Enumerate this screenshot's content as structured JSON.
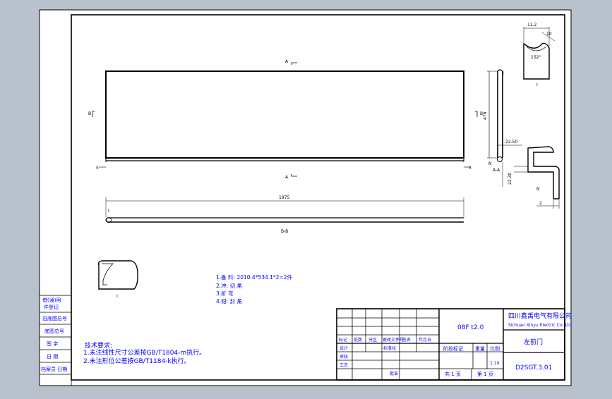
{
  "side_stamp": {
    "rows": [
      "借(通)用",
      "件登记",
      "旧底图总号",
      "底图总号",
      "签 字",
      "日 期",
      "档案员 日期"
    ]
  },
  "main_view": {
    "section_label_top": "A",
    "section_label_bottom": "A",
    "left_label": "B",
    "right_label": "B",
    "left_small": "5",
    "right_small": "5"
  },
  "side_view": {
    "dim_height": "478",
    "dim_depth": "22.50",
    "label_n": "N",
    "section_label": "A-A"
  },
  "detail_top": {
    "dim_width": "11.2",
    "dim_angle_small": "10",
    "dim_angle": "152°",
    "label": "I"
  },
  "detail_right": {
    "dim_height": "22.30",
    "label": "N",
    "dim_bottom": "2"
  },
  "long_view": {
    "dim_length": "1975",
    "end_label": "I",
    "section_name": "B-B"
  },
  "detail_small": {
    "label": "I"
  },
  "notes": [
    "1.备 料: 2010.4*534.1*2=2件",
    "2.冲: 切 角",
    "3.折 弯",
    "4.钳: 封 角"
  ],
  "tech_requirements": {
    "title": "技术要求:",
    "lines": [
      "1.未注线性尺寸公差按GB/T1804-m执行。",
      "2.未注形位公差按GB/T1184-k执行。"
    ]
  },
  "title_block": {
    "material": "08F t2.0",
    "company": "四川鑫禹电气有限公司",
    "company_en": "Sichuan Xinyu Electric Co.,Ltd.",
    "part_name": "左前门",
    "drawing_no": "D2SGT.3.01",
    "scale": "1:10",
    "stage_mark": "阶段标记",
    "weight": "重量",
    "scale_label": "比例",
    "total_sheets": "共 1 页",
    "sheet_no": "第 1 页",
    "labels": {
      "mark": "标记",
      "count": "处数",
      "zone": "分区",
      "change_doc": "更改文件号",
      "signature": "签名",
      "date": "年月日",
      "design": "设计",
      "standardize": "标准化",
      "check": "审核",
      "process": "工艺",
      "approve": "批准"
    }
  }
}
